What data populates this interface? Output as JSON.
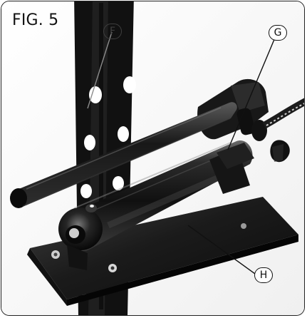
{
  "figure": {
    "title": "FIG. 5",
    "callouts": {
      "f": "F",
      "g": "G",
      "h": "H"
    }
  },
  "colors": {
    "frame": "#222222",
    "background": "#fbfbfb",
    "steel": "#111111",
    "base_plate": "#171717"
  },
  "icons": {
    "pump_assembly": "hydraulic-pump-illustration",
    "press_frame": "press-frame-illustration"
  }
}
